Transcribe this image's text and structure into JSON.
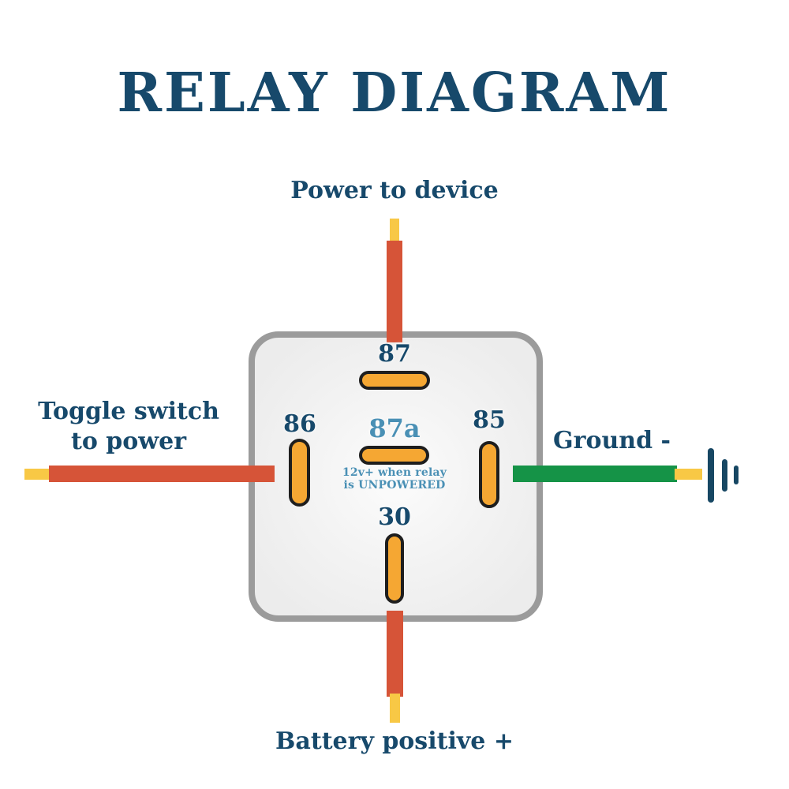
{
  "title": "RELAY DIAGRAM",
  "connections": {
    "top": {
      "label": "Power to device",
      "wire_color": "#D65438",
      "tip_color": "#F8C845"
    },
    "left": {
      "label_line1": "Toggle switch",
      "label_line2": "to power",
      "wire_color": "#D65438",
      "tip_color": "#F8C845"
    },
    "right": {
      "label": "Ground -",
      "wire_color": "#159347",
      "tip_color": "#F8C845",
      "icon": "chassis-ground-icon"
    },
    "bottom": {
      "label": "Battery positive +",
      "wire_color": "#D65438",
      "tip_color": "#F8C845"
    }
  },
  "relay": {
    "pin_87": "87",
    "pin_87a": "87a",
    "pin_86": "86",
    "pin_85": "85",
    "pin_30": "30",
    "note_line1": "12v+ when relay",
    "note_line2": "is UNPOWERED"
  },
  "colors": {
    "heading_navy": "#17496B",
    "accent_blue": "#4A90B5",
    "pin_orange": "#F5A733",
    "pin_outline": "#1E1E1E",
    "wire_red": "#D65438",
    "wire_yellow_tip": "#F8C845",
    "wire_green": "#159347",
    "case_border": "#9B9B9B",
    "case_fill": "#EFEFEF",
    "ground_symbol": "#174763"
  }
}
